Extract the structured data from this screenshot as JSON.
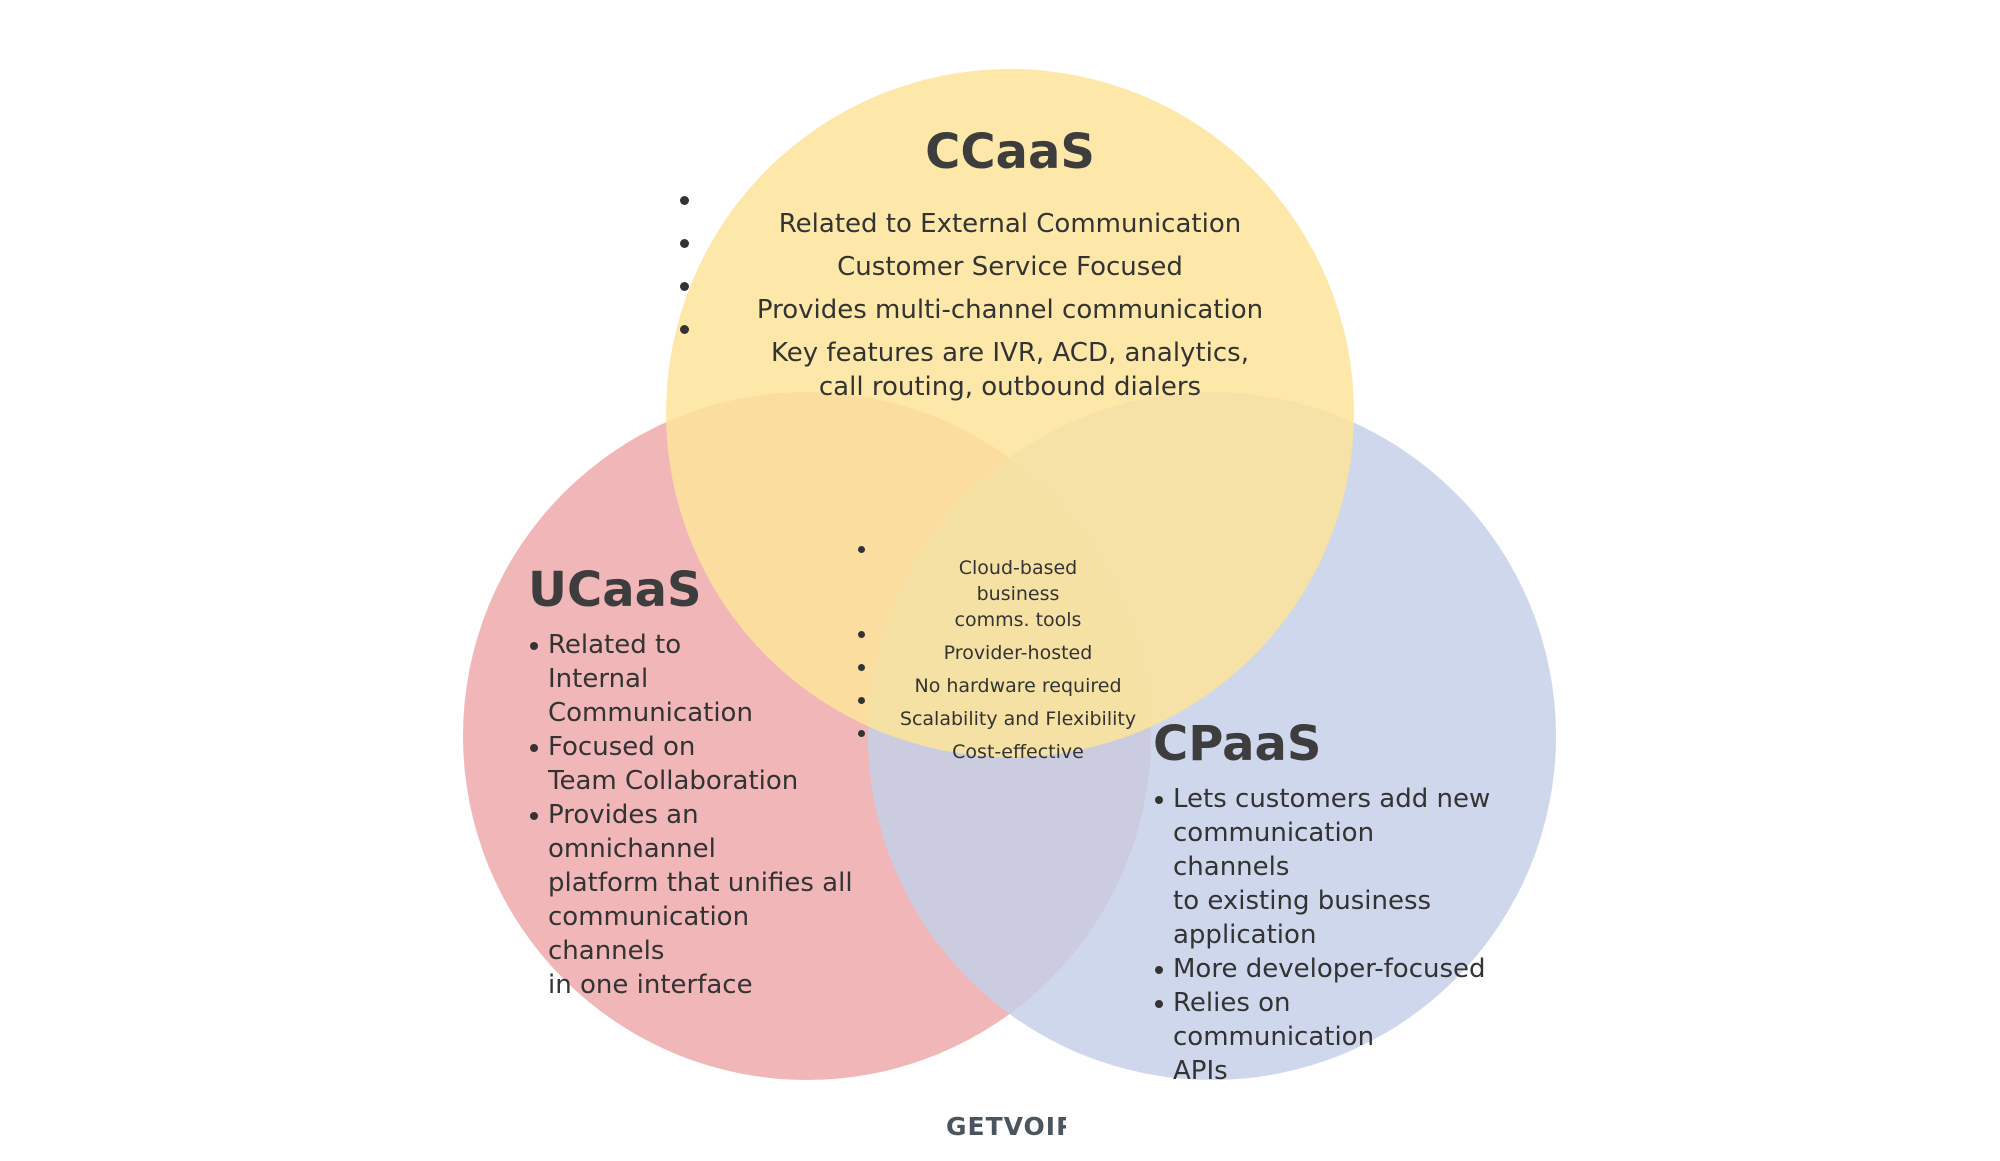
{
  "colors": {
    "ccaas": "#fde49a",
    "ucaas": "#efaeb0",
    "cpaas": "#c6d0e8",
    "text": "#333333",
    "logo": "#4a5560"
  },
  "ccaas": {
    "title": "CCaaS",
    "items": [
      "Related to External Communication",
      "Customer Service Focused",
      "Provides multi-channel communication",
      "Key features are IVR, ACD, analytics,",
      "call routing, outbound dialers"
    ]
  },
  "ucaas": {
    "title": "UCaaS",
    "items": [
      [
        "Related to",
        "Internal",
        "Communication"
      ],
      [
        "Focused on",
        "Team Collaboration"
      ],
      [
        "Provides an omnichannel",
        "platform that unifies all",
        "communication channels",
        "in one interface"
      ]
    ]
  },
  "cpaas": {
    "title": "CPaaS",
    "items": [
      [
        "Lets customers add new",
        "communication channels",
        "to existing business",
        "application"
      ],
      [
        "More developer-focused"
      ],
      [
        "Relies on",
        "communication",
        "APIs"
      ]
    ]
  },
  "shared": {
    "items": [
      "Cloud-based",
      "business",
      "comms. tools",
      "Provider-hosted",
      "No hardware required",
      "Scalability and Flexibility",
      "Cost-effective"
    ]
  },
  "logo": {
    "text": "GETVOIP"
  }
}
